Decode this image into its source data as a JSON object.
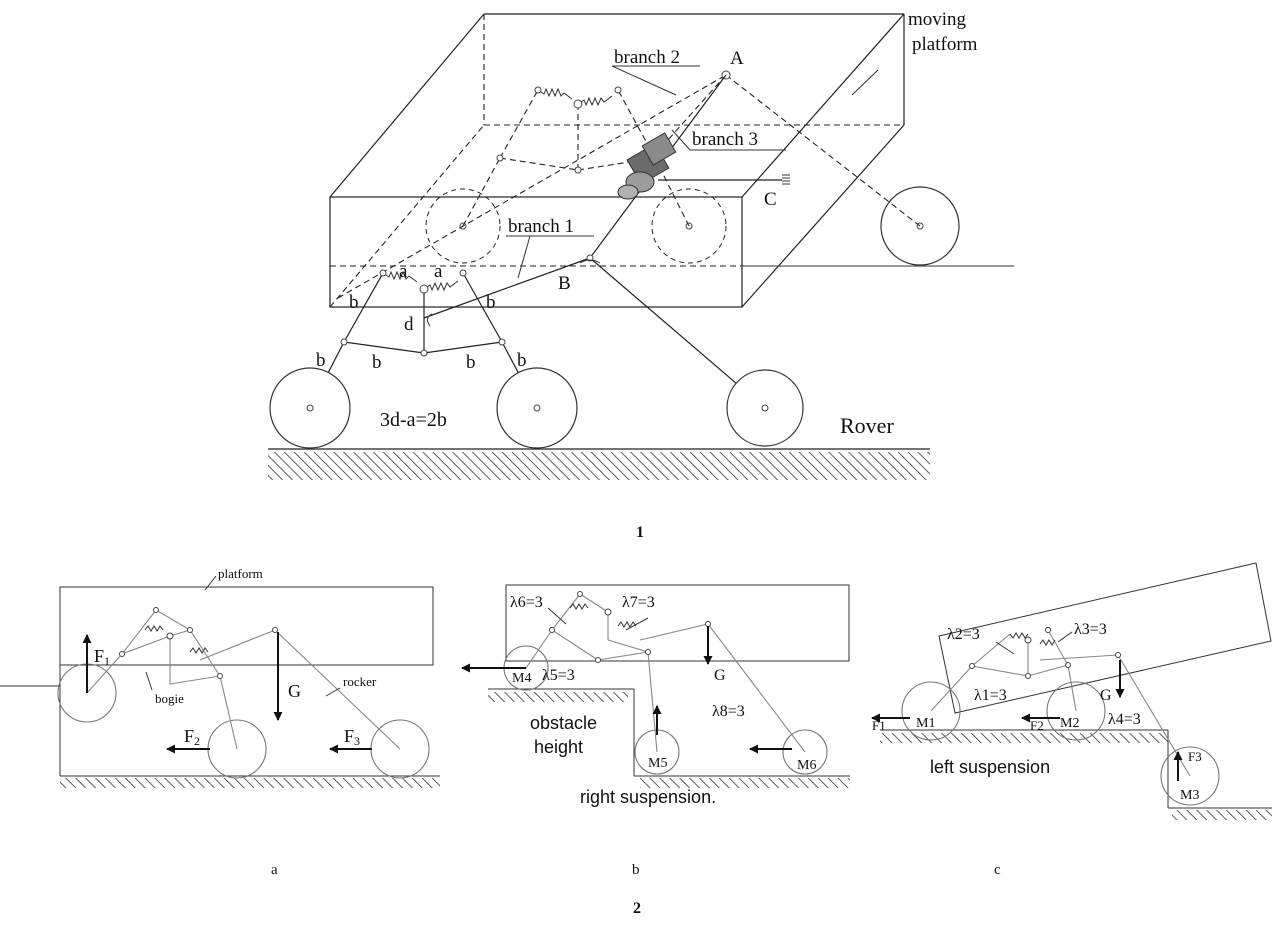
{
  "figure1": {
    "number": "1",
    "labels": {
      "moving_platform_1": "moving",
      "moving_platform_2": "platform",
      "branch2": "branch 2",
      "branch3": "branch 3",
      "branch1": "branch 1",
      "pointA": "A",
      "pointB": "B",
      "pointC": "C",
      "a_left": "a",
      "a_right": "a",
      "b1": "b",
      "b2": "b",
      "b3": "b",
      "b4": "b",
      "b5": "b",
      "b6": "b",
      "d": "d",
      "equation": "3d-a=2b",
      "rover": "Rover"
    }
  },
  "figure2": {
    "number": "2",
    "panel_a": {
      "caption": "a",
      "platform": "platform",
      "bogie": "bogie",
      "rocker": "rocker",
      "F1": "F",
      "F1_sub": "1",
      "F2": "F",
      "F2_sub": "2",
      "F3": "F",
      "F3_sub": "3",
      "G": "G"
    },
    "panel_b": {
      "caption": "b",
      "lambda6": "λ6=3",
      "lambda7": "λ7=3",
      "lambda5": "λ5=3",
      "lambda8": "λ8=3",
      "M4": "M4",
      "M5": "M5",
      "M6": "M6",
      "G": "G",
      "obstacle1": "obstacle",
      "obstacle2": "height",
      "suspension": "right suspension."
    },
    "panel_c": {
      "caption": "c",
      "lambda2": "λ2=3",
      "lambda3": "λ3=3",
      "lambda1": "λ1=3",
      "lambda4": "λ4=3",
      "F1": "F1",
      "M1": "M1",
      "F2": "F2",
      "M2": "M2",
      "G": "G",
      "F3": "F3",
      "M3": "M3",
      "suspension": "left suspension"
    }
  }
}
